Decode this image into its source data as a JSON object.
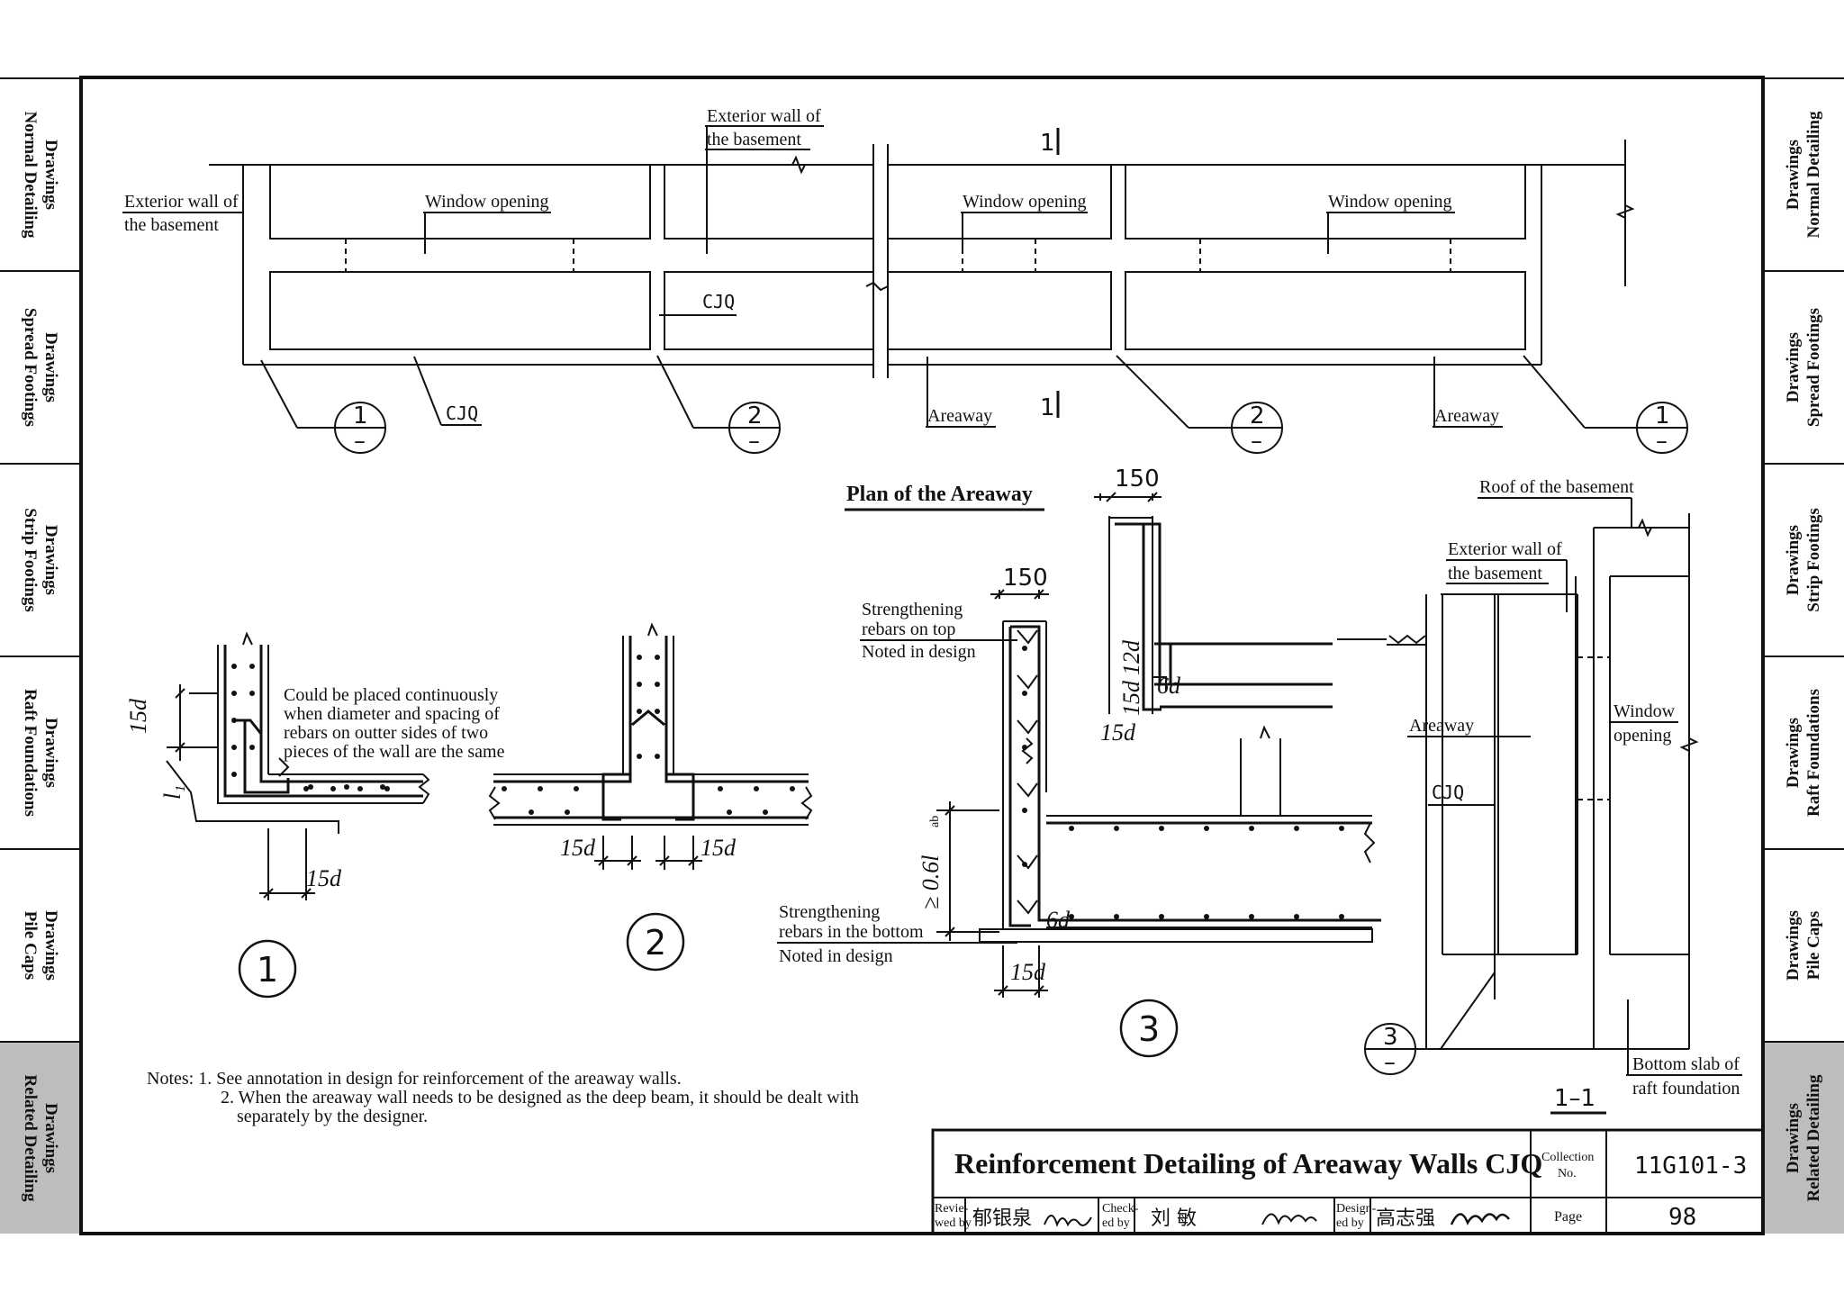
{
  "side_tabs": {
    "left": [
      "Drawings\nNormal Detailing",
      "Drawings\nSpread Footings",
      "Drawings\nStrip Footings",
      "Drawings\nRaft Foundations",
      "Drawings\nPile Caps",
      "Drawings\nRelated Detailing"
    ],
    "right": [
      "Drawings\nNormal Detailing",
      "Drawings\nSpread Footings",
      "Drawings\nStrip Footings",
      "Drawings\nRaft Foundations",
      "Drawings\nPile Caps",
      "Drawings\nRelated Detailing"
    ],
    "active_index": 5,
    "active_color": "#bdbdbd"
  },
  "plan": {
    "title": "Plan of the Areaway",
    "exterior_wall_top_1": "Exterior wall of",
    "exterior_wall_top_2": "the basement",
    "exterior_wall_left_1": "Exterior wall of",
    "exterior_wall_left_2": "the basement",
    "window_opening_1": "Window opening",
    "window_opening_2": "Window opening",
    "window_opening_3": "Window opening",
    "cjq_1": "CJQ",
    "cjq_2": "CJQ",
    "areaway_1": "Areaway",
    "areaway_2": "Areaway",
    "section_mark": "1",
    "callouts": [
      "1",
      "2",
      "2",
      "1"
    ],
    "callout_sub": "–"
  },
  "detail1": {
    "note_1": "Could be placed continuously",
    "note_2": "when diameter and spacing of",
    "note_3": "rebars on outter sides of two",
    "note_4": "pieces of the wall are the same",
    "dim_15d_v": "15d",
    "dim_l1": "l₁",
    "dim_15d_h": "15d",
    "label": "1"
  },
  "detail2": {
    "dim_left": "15d",
    "dim_right": "15d",
    "label": "2"
  },
  "detail3": {
    "dim_150_top": "150",
    "dim_150_mid": "150",
    "strengthening_top_1": "Strengthening",
    "strengthening_top_2": "rebars on top",
    "noted_top": "Noted in design",
    "strengthening_bot_1": "Strengthening",
    "strengthening_bot_2": "rebars in the bottom",
    "noted_bot": "Noted in design",
    "dim_lab": "≥ 0.6l",
    "dim_lab_sub": "ab",
    "dim_6d": "6d",
    "dim_6d_top": "6d",
    "dim_12d": "12d",
    "dim_15d_top_v": "15d",
    "dim_15d_top_h": "15d",
    "dim_15d_bot": "15d",
    "label": "3"
  },
  "section": {
    "roof": "Roof of the basement",
    "exterior_1": "Exterior wall of",
    "exterior_2": "the basement",
    "areaway": "Areaway",
    "window_1": "Window",
    "window_2": "opening",
    "cjq": "CJQ",
    "bottom_1": "Bottom slab of",
    "bottom_2": "raft foundation",
    "callout": "3",
    "callout_sub": "–",
    "title": "1–1"
  },
  "notes": {
    "line1": "Notes: 1. See annotation in design for reinforcement of the areaway walls.",
    "line2": "2. When the areaway wall needs to be designed as the deep beam, it should be dealt with",
    "line3": "separately by the designer."
  },
  "title_block": {
    "title": "Reinforcement Detailing of Areaway Walls CJQ",
    "collection_label_1": "Collection",
    "collection_label_2": "No.",
    "collection_no": "11G101-3",
    "reviewed_label_1": "Revie-",
    "reviewed_label_2": "wed by",
    "reviewer": "郁银泉",
    "checked_label_1": "Check-",
    "checked_label_2": "ed by",
    "checker": "刘 敏",
    "designed_label_1": "Design-",
    "designed_label_2": "ed by",
    "designer": "高志强",
    "page_label": "Page",
    "page": "98"
  }
}
